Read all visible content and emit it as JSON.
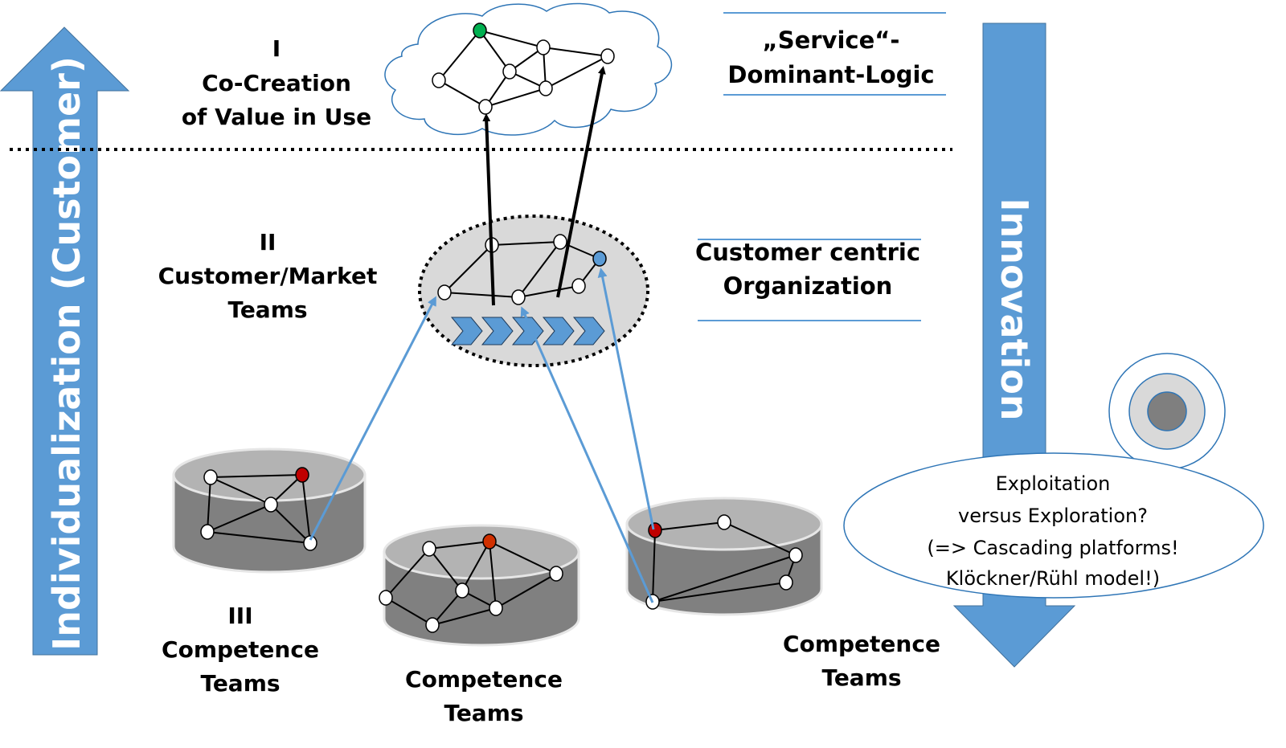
{
  "colors": {
    "accent_blue": "#5b9bd5",
    "arrow_border": "#41719c",
    "cloud_stroke": "#2e75b6",
    "node_fill": "#ffffff",
    "node_green": "#00b050",
    "node_red": "#c00000",
    "node_orange_red": "#d03000",
    "node_blue": "#5b9bd5",
    "ellipse_fill": "#d9d9d9",
    "cylinder_top": "#b3b3b3",
    "cylinder_side": "#808080",
    "target_inner": "#7f7f7f",
    "target_mid": "#d9d9d9"
  },
  "left_arrow": {
    "label": "Individualization (Customer)",
    "direction": "up"
  },
  "right_arrow": {
    "label": "Innovation",
    "direction": "down"
  },
  "levels": {
    "level1": {
      "numeral": "I",
      "line1": "Co-Creation",
      "line2": "of Value in Use"
    },
    "level2": {
      "numeral": "II",
      "line1": "Customer/Market",
      "line2": "Teams"
    },
    "level3": {
      "numeral": "III",
      "line1": "Competence",
      "line2": "Teams"
    }
  },
  "side_labels": {
    "sdl": {
      "line1": "„Service“-",
      "line2": "Dominant-Logic"
    },
    "cco": {
      "line1": "Customer centric",
      "line2": "Organization"
    }
  },
  "competence_labels": [
    {
      "line1": "Competence",
      "line2": "Teams"
    },
    {
      "line1": "Competence",
      "line2": "Teams"
    }
  ],
  "callout": {
    "lines": [
      "Exploitation",
      "versus Exploration?",
      "(=> Cascading platforms!",
      "Klöckner/Rühl model!)"
    ]
  },
  "process_chevrons": {
    "count": 5
  },
  "icons": {
    "cloud": "cloud-network-icon",
    "target": "target-circles-icon"
  }
}
